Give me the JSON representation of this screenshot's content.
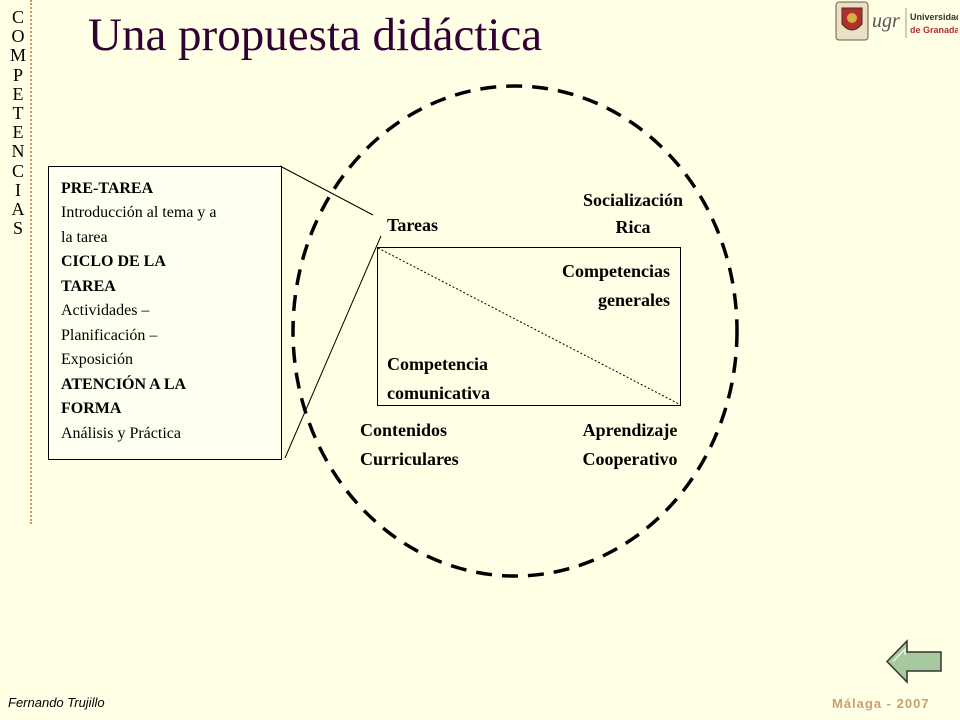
{
  "side_word": [
    "C",
    "O",
    "M",
    "P",
    "E",
    "T",
    "E",
    "N",
    "C",
    "I",
    "A",
    "S"
  ],
  "title": "Una propuesta didáctica",
  "logo": {
    "brand": "ugr",
    "line1": "Universidad",
    "line2": "de Granada"
  },
  "box": [
    {
      "text": "PRE-TAREA",
      "bold": true
    },
    {
      "text": "Introducción al tema y a",
      "bold": false
    },
    {
      "text": "la tarea",
      "bold": false
    },
    {
      "text": "CICLO DE LA",
      "bold": true
    },
    {
      "text": "TAREA",
      "bold": true
    },
    {
      "text": "Actividades –",
      "bold": false
    },
    {
      "text": "Planificación –",
      "bold": false
    },
    {
      "text": "Exposición",
      "bold": false
    },
    {
      "text": "ATENCIÓN A LA",
      "bold": true
    },
    {
      "text": "FORMA",
      "bold": true
    },
    {
      "text": "Análisis y Práctica",
      "bold": false
    }
  ],
  "diagram": {
    "tareas": "Tareas",
    "socializacion_1": "Socialización",
    "socializacion_2": "Rica",
    "comp_generales_1": "Competencias",
    "comp_generales_2": "generales",
    "comp_comunicativa_1": "Competencia",
    "comp_comunicativa_2": "comunicativa",
    "contenidos_1": "Contenidos",
    "contenidos_2": "Curriculares",
    "aprendizaje_1": "Aprendizaje",
    "aprendizaje_2": "Cooperativo"
  },
  "footer": {
    "author": "Fernando Trujillo",
    "place_year": "Málaga - 2007"
  },
  "colors": {
    "background": "#ffffe6",
    "title": "#330033",
    "accent": "#c8a070",
    "button": "#a8c8a0"
  }
}
